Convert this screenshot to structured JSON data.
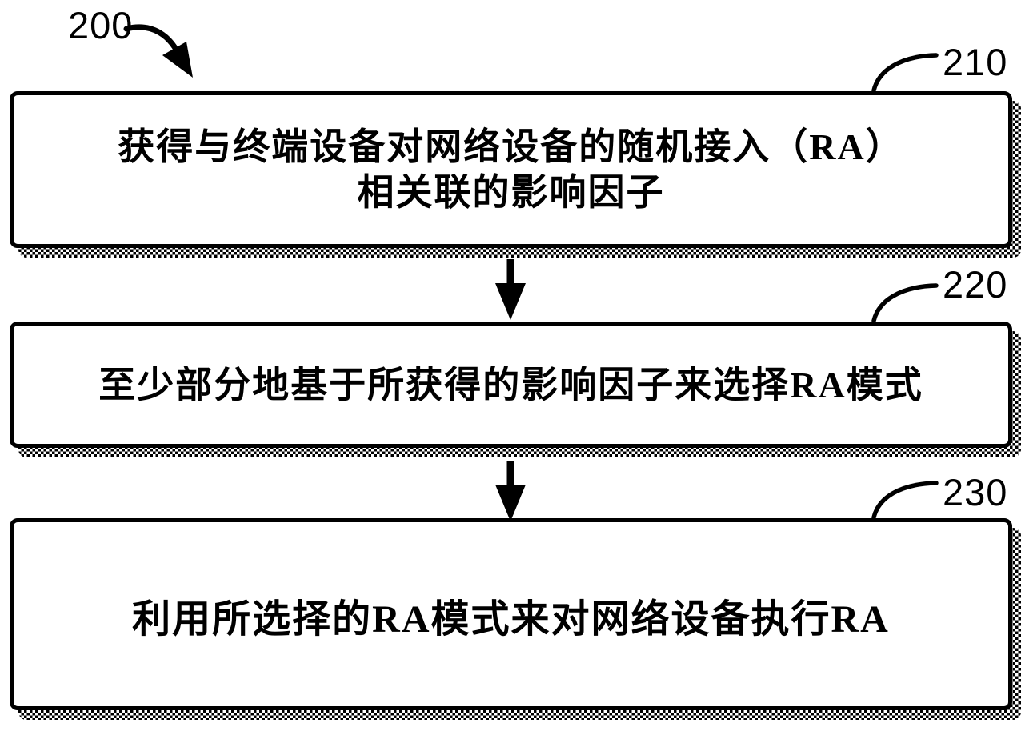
{
  "diagram": {
    "figure_ref": "200",
    "steps": [
      {
        "ref": "210",
        "line1": "获得与终端设备对网络设备的随机接入（RA）",
        "line2": "相关联的影响因子"
      },
      {
        "ref": "220",
        "line1": "至少部分地基于所获得的影响因子来选择RA模式",
        "line2": ""
      },
      {
        "ref": "230",
        "line1": "利用所选择的RA模式来对网络设备执行RA",
        "line2": ""
      }
    ],
    "colors": {
      "ink": "#000000",
      "background": "#ffffff"
    }
  }
}
